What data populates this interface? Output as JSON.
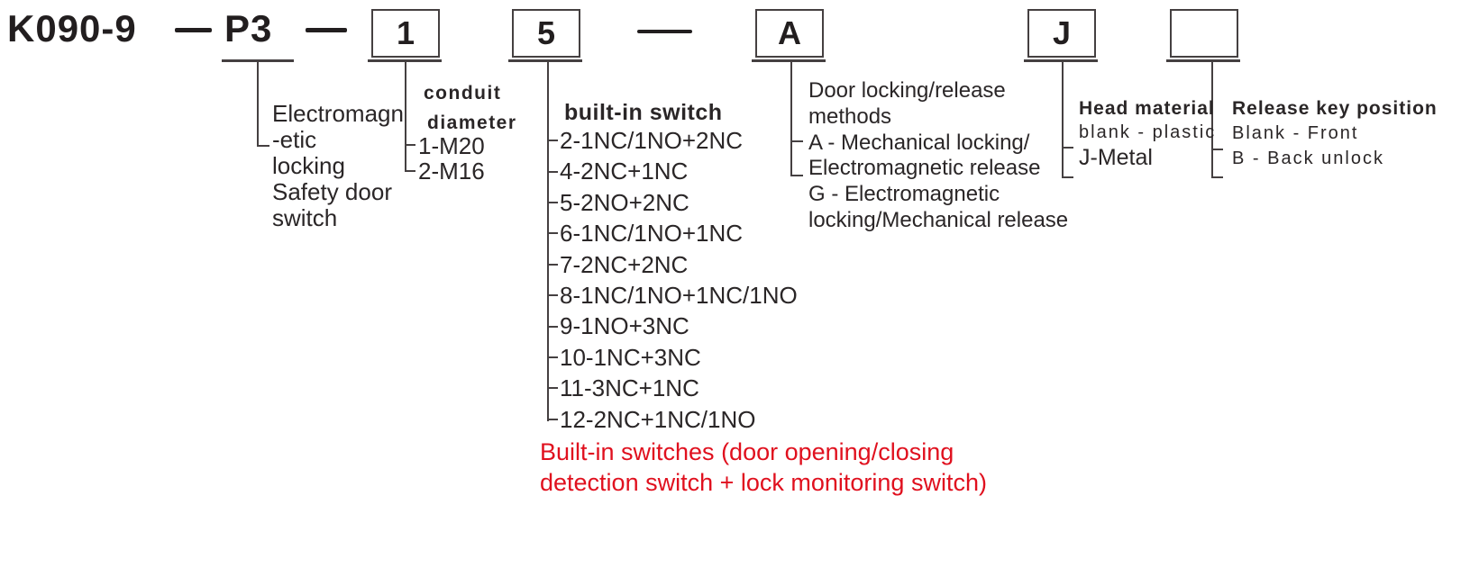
{
  "code": {
    "prefix": "K090-9",
    "model": "P3",
    "box_conduit": "1",
    "box_switch": "5",
    "box_locking": "A",
    "box_head": "J",
    "box_release": ""
  },
  "model_desc": {
    "lines": [
      "Electromagn",
      "-etic",
      "locking",
      "Safety door",
      "switch"
    ]
  },
  "conduit": {
    "title_lines": [
      "conduit",
      "diameter"
    ],
    "options": [
      "1-M20",
      "2-M16"
    ]
  },
  "builtin_switch": {
    "title": "built-in switch",
    "options": [
      "2-1NC/1NO+2NC",
      "4-2NC+1NC",
      "5-2NO+2NC",
      "6-1NC/1NO+1NC",
      "7-2NC+2NC",
      "8-1NC/1NO+1NC/1NO",
      "9-1NO+3NC",
      "10-1NC+3NC",
      "11-3NC+1NC",
      "12-2NC+1NC/1NO"
    ],
    "note_lines": [
      "Built-in switches (door opening/closing",
      "detection switch + lock monitoring switch)"
    ]
  },
  "locking": {
    "lines": [
      "Door locking/release",
      "methods",
      "A - Mechanical locking/",
      "Electromagnetic release",
      "G - Electromagnetic",
      "locking/Mechanical release"
    ]
  },
  "head": {
    "title": "Head material",
    "options": [
      "blank - plastic",
      "J-Metal"
    ]
  },
  "release": {
    "title": "Release key position",
    "options": [
      "Blank - Front",
      "B - Back unlock"
    ]
  },
  "colors": {
    "text": "#221e1f",
    "line": "#454041",
    "note": "#e0101e"
  }
}
